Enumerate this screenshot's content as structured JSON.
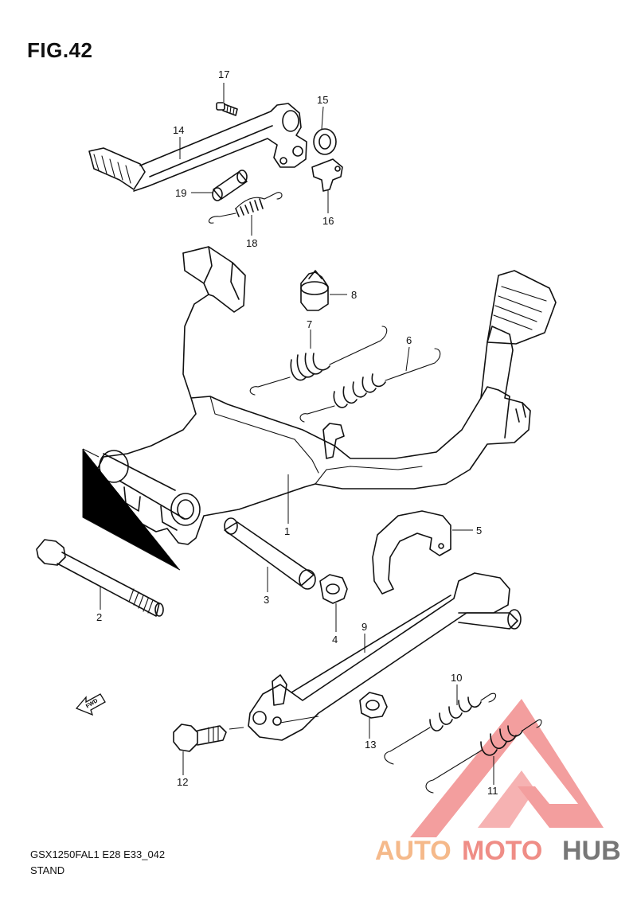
{
  "figure": {
    "title": "FIG.42"
  },
  "footer": {
    "code": "GSX1250FAL1 E28 E33_042",
    "section": "STAND"
  },
  "fwd_label": "FWD",
  "parts": [
    {
      "id": "1",
      "label": "1"
    },
    {
      "id": "2",
      "label": "2"
    },
    {
      "id": "3",
      "label": "3"
    },
    {
      "id": "4",
      "label": "4"
    },
    {
      "id": "5",
      "label": "5"
    },
    {
      "id": "6",
      "label": "6"
    },
    {
      "id": "7",
      "label": "7"
    },
    {
      "id": "8",
      "label": "8"
    },
    {
      "id": "9",
      "label": "9"
    },
    {
      "id": "10",
      "label": "10"
    },
    {
      "id": "11",
      "label": "11"
    },
    {
      "id": "12",
      "label": "12"
    },
    {
      "id": "13",
      "label": "13"
    },
    {
      "id": "14",
      "label": "14"
    },
    {
      "id": "15",
      "label": "15"
    },
    {
      "id": "16",
      "label": "16"
    },
    {
      "id": "17",
      "label": "17"
    },
    {
      "id": "18",
      "label": "18"
    },
    {
      "id": "19",
      "label": "19"
    }
  ],
  "watermark": {
    "part1": "AUTO",
    "part2": "MOTO",
    "part3": "HUB",
    "color1": "#f5b98a",
    "color2": "#ef8d86",
    "color3": "#777777",
    "logo_color": "#f07e7e"
  }
}
